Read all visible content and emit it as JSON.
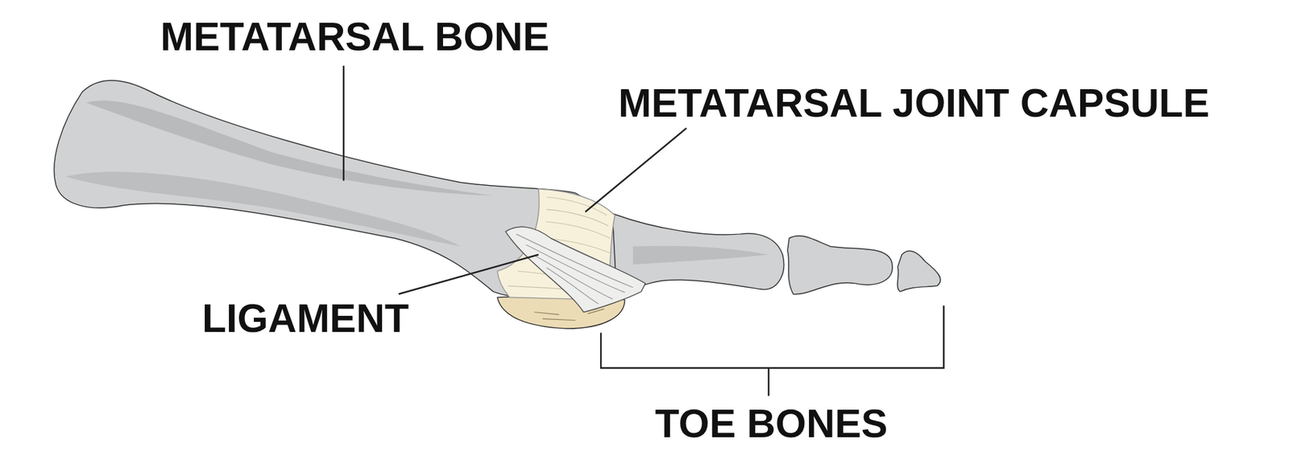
{
  "diagram": {
    "labels": [
      "METATARSAL BONE",
      "METATARSAL JOINT CAPSULE",
      "LIGAMENT",
      "TOE BONES"
    ]
  }
}
